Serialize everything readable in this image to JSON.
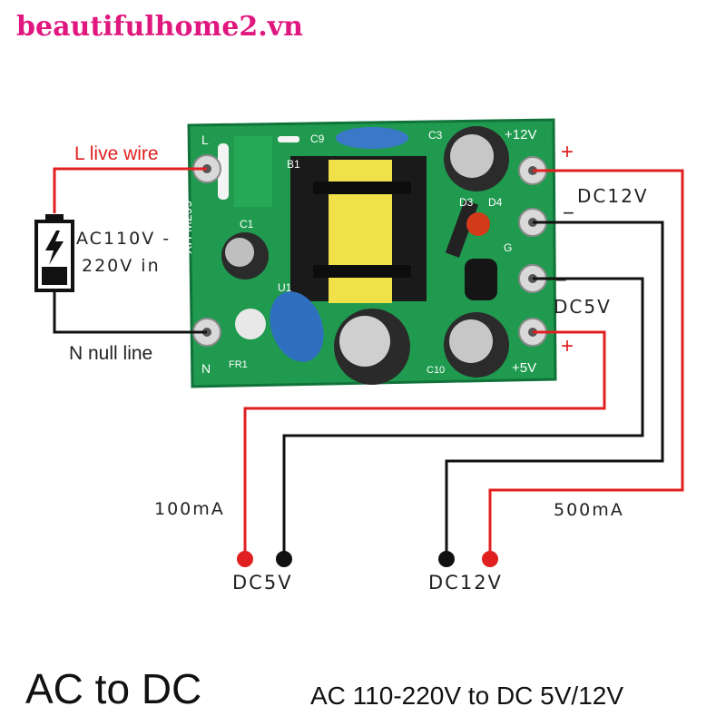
{
  "watermark": "beautifulhome2.vn",
  "colors": {
    "pcb": "#1f9a4e",
    "pcb_edge": "#11733a",
    "wire_red": "#e02020",
    "wire_black": "#111111",
    "watermark": "#e0177f"
  },
  "input": {
    "live_label": "L live wire",
    "null_label": "N null line",
    "battery_line1": "AC110V -",
    "battery_line2": "220V in"
  },
  "board": {
    "model": "XH-M299",
    "silk": {
      "L": "L",
      "N": "N",
      "plus12": "+12V",
      "plus5": "+5V",
      "c1": "C1",
      "c3": "C3",
      "c9": "C9",
      "b1": "B1",
      "d3": "D3",
      "d4": "D4",
      "fr1": "FR1",
      "g": "G",
      "u1": "U1",
      "c10": "C10"
    }
  },
  "outputs": {
    "plus_top": "+",
    "plus_bottom": "+",
    "minus_top": "−",
    "minus_bottom": "−",
    "dc12_label": "DC12V",
    "dc5_label": "DC5V",
    "current_5v": "100mA",
    "current_12v": "500mA",
    "dc5_end": "DC5V",
    "dc12_end": "DC12V"
  },
  "footer": {
    "left": "AC to DC",
    "right": "AC 110-220V to DC 5V/12V"
  }
}
